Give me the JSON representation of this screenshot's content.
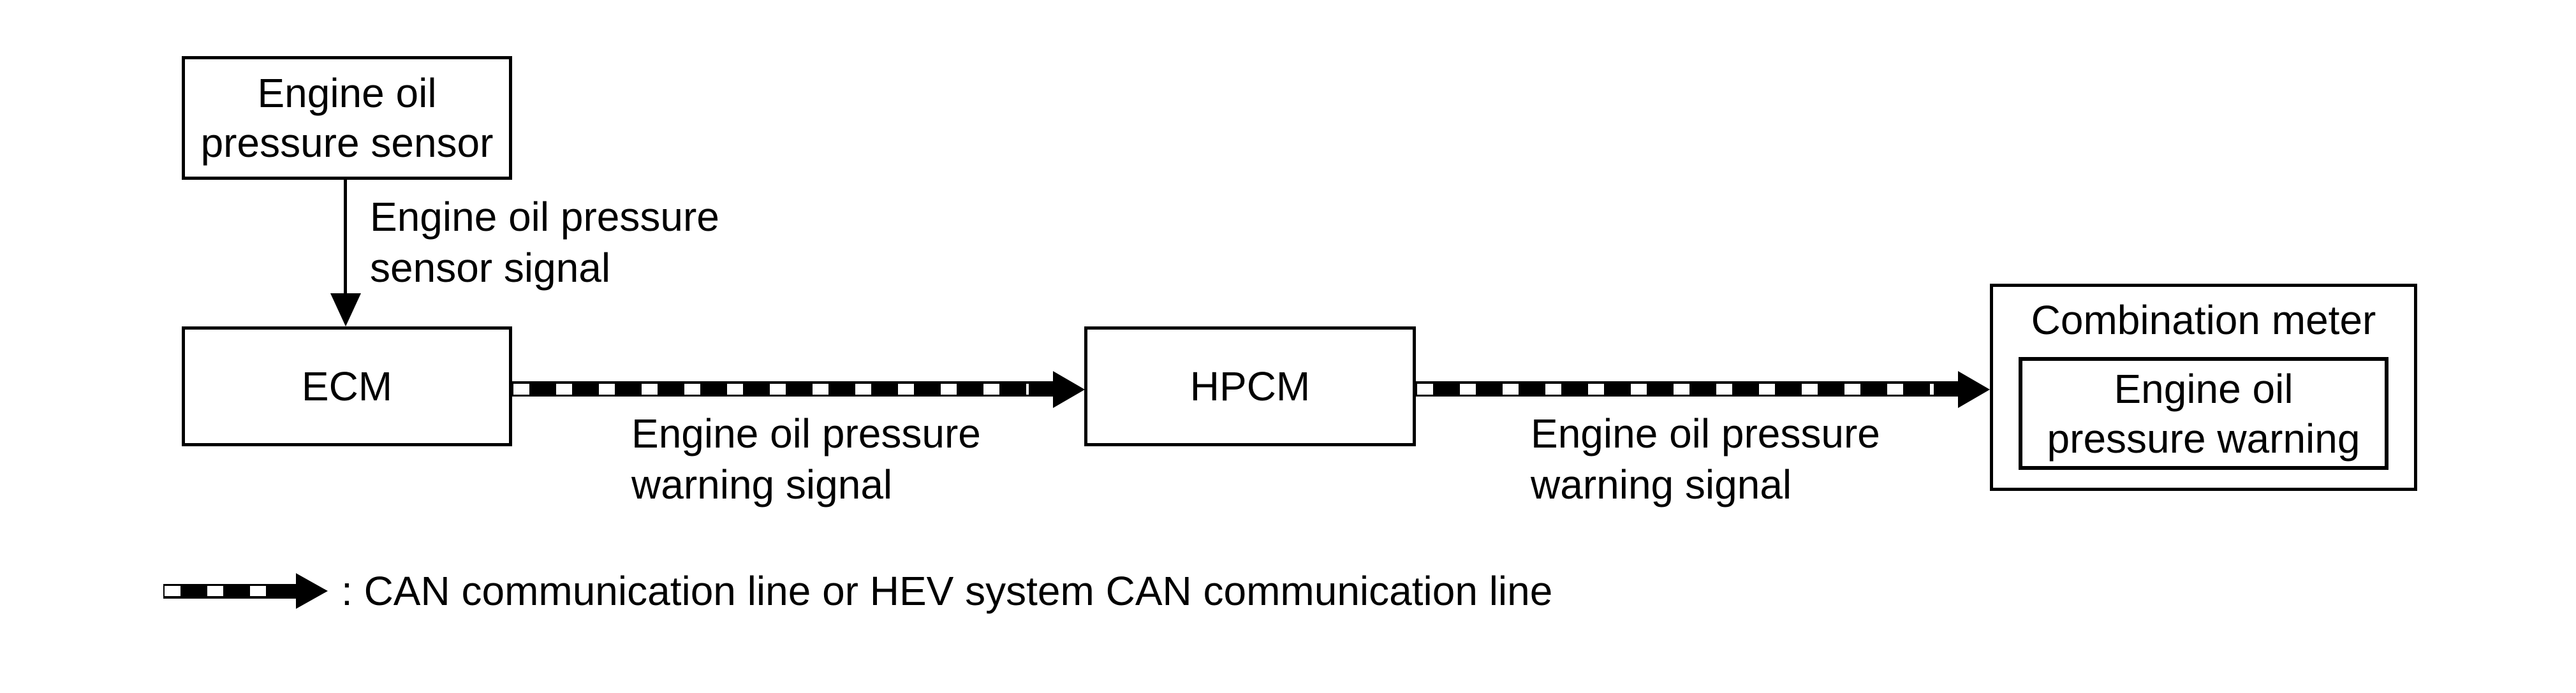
{
  "colors": {
    "ink": "#000000",
    "paper": "#ffffff"
  },
  "nodes": {
    "sensor": {
      "line1": "Engine oil",
      "line2": "pressure sensor"
    },
    "ecm": {
      "label": "ECM"
    },
    "hpcm": {
      "label": "HPCM"
    },
    "meter": {
      "title": "Combination meter",
      "indicator_line1": "Engine oil",
      "indicator_line2": "pressure warning"
    }
  },
  "signals": {
    "sensor_to_ecm": {
      "line1": "Engine oil pressure",
      "line2": "sensor signal"
    },
    "ecm_to_hpcm": {
      "line1": "Engine oil pressure",
      "line2": "warning signal"
    },
    "hpcm_to_meter": {
      "line1": "Engine oil pressure",
      "line2": "warning signal"
    }
  },
  "legend": {
    "label": ": CAN communication line or HEV system CAN communication line"
  }
}
